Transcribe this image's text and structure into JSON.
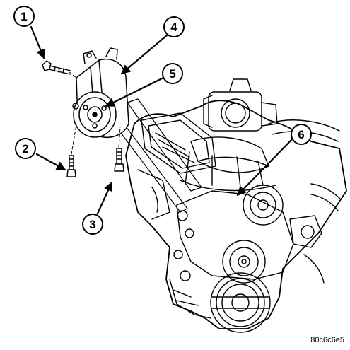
{
  "figure": {
    "callouts": [
      "1",
      "2",
      "3",
      "4",
      "5",
      "6"
    ],
    "figure_code": "80c6c6e5"
  },
  "colors": {
    "ink": "#000000",
    "background": "#ffffff"
  }
}
